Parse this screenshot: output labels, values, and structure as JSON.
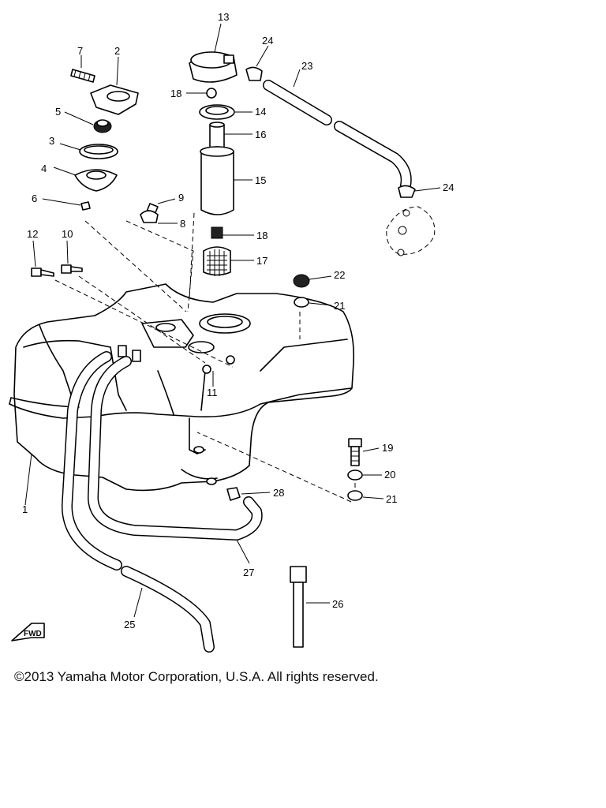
{
  "callouts": [
    {
      "id": "c1",
      "text": "1"
    },
    {
      "id": "c2",
      "text": "2"
    },
    {
      "id": "c3",
      "text": "3"
    },
    {
      "id": "c4",
      "text": "4"
    },
    {
      "id": "c5",
      "text": "5"
    },
    {
      "id": "c6",
      "text": "6"
    },
    {
      "id": "c7",
      "text": "7"
    },
    {
      "id": "c8",
      "text": "8"
    },
    {
      "id": "c9",
      "text": "9"
    },
    {
      "id": "c10",
      "text": "10"
    },
    {
      "id": "c11",
      "text": "11"
    },
    {
      "id": "c12",
      "text": "12"
    },
    {
      "id": "c13",
      "text": "13"
    },
    {
      "id": "c14",
      "text": "14"
    },
    {
      "id": "c15",
      "text": "15"
    },
    {
      "id": "c16",
      "text": "16"
    },
    {
      "id": "c17",
      "text": "17"
    },
    {
      "id": "c18a",
      "text": "18"
    },
    {
      "id": "c18b",
      "text": "18"
    },
    {
      "id": "c19",
      "text": "19"
    },
    {
      "id": "c20",
      "text": "20"
    },
    {
      "id": "c21a",
      "text": "21"
    },
    {
      "id": "c21b",
      "text": "21"
    },
    {
      "id": "c22",
      "text": "22"
    },
    {
      "id": "c23",
      "text": "23"
    },
    {
      "id": "c24a",
      "text": "24"
    },
    {
      "id": "c24b",
      "text": "24"
    },
    {
      "id": "c25",
      "text": "25"
    },
    {
      "id": "c26",
      "text": "26"
    },
    {
      "id": "c27",
      "text": "27"
    },
    {
      "id": "c28",
      "text": "28"
    }
  ],
  "fwd_label": "FWD",
  "copyright": "©2013 Yamaha Motor Corporation, U.S.A. All rights reserved."
}
